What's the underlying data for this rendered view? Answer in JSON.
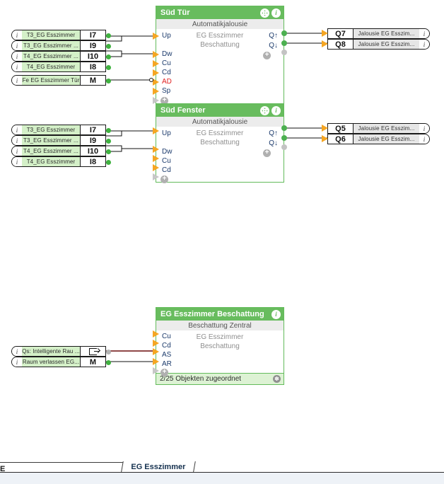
{
  "app": {
    "canvas_background": "#ffffff",
    "accent_green": "#68bc5e",
    "pin_orange": "#f5a623",
    "input_label_bg": "#d4f0c8"
  },
  "inputs_group_1": [
    {
      "info": "i",
      "label": "T3_EG Esszimmer",
      "addr": "I7"
    },
    {
      "info": "i",
      "label": "T3_EG  Esszimmer ...",
      "addr": "I9"
    },
    {
      "info": "i",
      "label": "T4_EG  Esszimmer ...",
      "addr": "I10"
    },
    {
      "info": "i",
      "label": "T4_EG Esszimmer",
      "addr": "I8"
    }
  ],
  "inputs_group_1b": [
    {
      "info": "i",
      "label": "Fe EG Esszimmer Tür",
      "addr": "M"
    }
  ],
  "inputs_group_2": [
    {
      "info": "i",
      "label": "T3_EG Esszimmer",
      "addr": "I7"
    },
    {
      "info": "i",
      "label": "T3_EG  Esszimmer ...",
      "addr": "I9"
    },
    {
      "info": "i",
      "label": "T4_EG  Esszimmer ...",
      "addr": "I10"
    },
    {
      "info": "i",
      "label": "T4_EG Esszimmer",
      "addr": "I8"
    }
  ],
  "inputs_group_3": [
    {
      "info": "i",
      "label": "Qs: Intelligente Rau ...",
      "addr": "",
      "addr_icon": "export-icon"
    },
    {
      "info": "i",
      "label": "Raum  verlassen  EG...",
      "addr": "M"
    }
  ],
  "outputs_group_1": [
    {
      "addr": "Q7",
      "label": "Jalousie  EG  Esszim...",
      "info": "i"
    },
    {
      "addr": "Q8",
      "label": "Jalousie  EG  Esszim...",
      "info": "i"
    }
  ],
  "outputs_group_2": [
    {
      "addr": "Q5",
      "label": "Jalousie  EG  Esszim...",
      "info": "i"
    },
    {
      "addr": "Q6",
      "label": "Jalousie  EG  Esszim...",
      "info": "i"
    }
  ],
  "blocks": [
    {
      "id": "sued-tuer",
      "title": "Süd Tür",
      "subtitle": "Automatikjalousie",
      "center_lines": [
        "EG Esszimmer",
        "Beschattung"
      ],
      "inputs": [
        "Up",
        "Dw",
        "Cu",
        "Cd",
        "AD",
        "Sp"
      ],
      "outputs": [
        "Q↑",
        "Q↓"
      ],
      "header_icons": [
        "move-icon",
        "info-icon"
      ],
      "add_symbol": "+"
    },
    {
      "id": "sued-fenster",
      "title": "Süd Fenster",
      "subtitle": "Automatikjalousie",
      "center_lines": [
        "EG Esszimmer",
        "Beschattung"
      ],
      "inputs": [
        "Up",
        "Dw",
        "Cu",
        "Cd"
      ],
      "outputs": [
        "Q↑",
        "Q↓"
      ],
      "header_icons": [
        "move-icon",
        "info-icon"
      ],
      "add_symbol": "+"
    },
    {
      "id": "eg-esszimmer-beschattung",
      "title": "EG Esszimmer Beschattung",
      "subtitle": "Beschattung Zentral",
      "center_lines": [
        "EG Esszimmer",
        "Beschattung"
      ],
      "inputs": [
        "Cu",
        "Cd",
        "AS",
        "AR"
      ],
      "outputs": [],
      "header_icons": [
        "info-icon"
      ],
      "add_symbol": "+",
      "footer": "2/25 Objekten zugeordnet",
      "footer_icon": "gear-icon"
    }
  ],
  "tabbar": {
    "edge_label": "E",
    "active_tab": "EG Esszimmer"
  }
}
